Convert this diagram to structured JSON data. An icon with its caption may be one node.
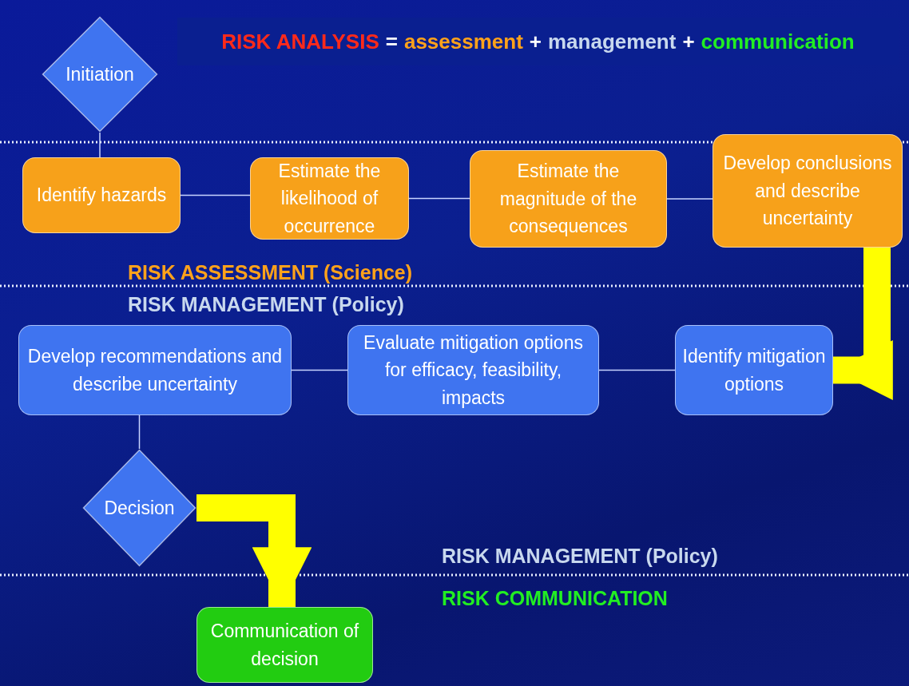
{
  "diagram": {
    "nodes": [
      {
        "text": [
          "Initiation"
        ]
      },
      {
        "text": [
          "Identify hazards"
        ]
      },
      {
        "text": [
          "Estimate the likelihood of occurrence"
        ]
      },
      {
        "text": [
          "Estimate the magnitude of the consequences"
        ]
      },
      {
        "text": [
          "Develop conclusions and describe uncertainty"
        ]
      },
      {
        "text": [
          "Develop recommendations and describe uncertainty"
        ]
      },
      {
        "text": [
          "Evaluate mitigation options for efficacy, feasibility, impacts"
        ]
      },
      {
        "text": [
          "Identify mitigation options"
        ]
      },
      {
        "text": [
          "Decision"
        ]
      },
      {
        "text": [
          "Communication of decision"
        ]
      }
    ],
    "edges": [
      {
        "from": 0,
        "to": 1,
        "arrow": "none"
      },
      {
        "from": 1,
        "to": 2,
        "arrow": "none"
      },
      {
        "from": 2,
        "to": 3,
        "arrow": "none"
      },
      {
        "from": 3,
        "to": 4,
        "arrow": "none"
      },
      {
        "from": 4,
        "to": 7,
        "arrow": "to",
        "style": "thick",
        "color": "#ffff00"
      },
      {
        "from": 7,
        "to": 6,
        "arrow": "none"
      },
      {
        "from": 6,
        "to": 5,
        "arrow": "none"
      },
      {
        "from": 5,
        "to": 8,
        "arrow": "none"
      },
      {
        "from": 8,
        "to": 9,
        "arrow": "to",
        "style": "thick",
        "color": "#ffff00"
      }
    ],
    "labels": [
      "RISK ANALYSIS",
      "=",
      "assessment",
      "+",
      "management",
      "+",
      "communication",
      "RISK ASSESSMENT (Science)",
      "RISK MANAGEMENT (Policy)",
      "RISK MANAGEMENT (Policy)",
      "RISK COMMUNICATION"
    ]
  }
}
